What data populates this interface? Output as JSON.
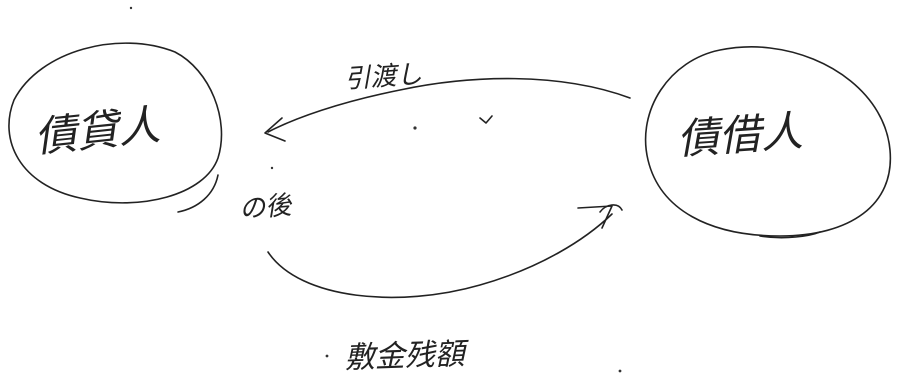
{
  "diagram": {
    "nodes": {
      "left": {
        "label": "債貸人"
      },
      "right": {
        "label": "債借人"
      }
    },
    "edges": {
      "top": {
        "label": "引渡し"
      },
      "bottom": {
        "label": "の後"
      }
    },
    "footer": {
      "label": "敷金残額"
    }
  }
}
